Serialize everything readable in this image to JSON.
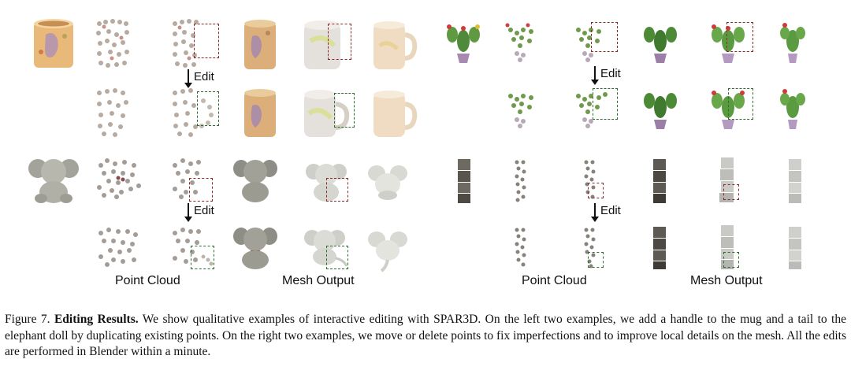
{
  "figure": {
    "left_labels": {
      "point_cloud": "Point Cloud",
      "mesh_output": "Mesh Output"
    },
    "right_labels": {
      "point_cloud": "Point Cloud",
      "mesh_output": "Mesh Output"
    },
    "edit_label": "Edit"
  },
  "caption": {
    "prefix": "Figure 7.",
    "title": "Editing Results.",
    "body": "We show qualitative examples of interactive editing with SPAR3D. On the left two examples, we add a handle to the mug and a tail to the elephant doll by duplicating existing points. On the right two examples, we move or delete points to fix imperfections and to improve local details on the mesh. All the edits are performed in Blender within a minute."
  }
}
